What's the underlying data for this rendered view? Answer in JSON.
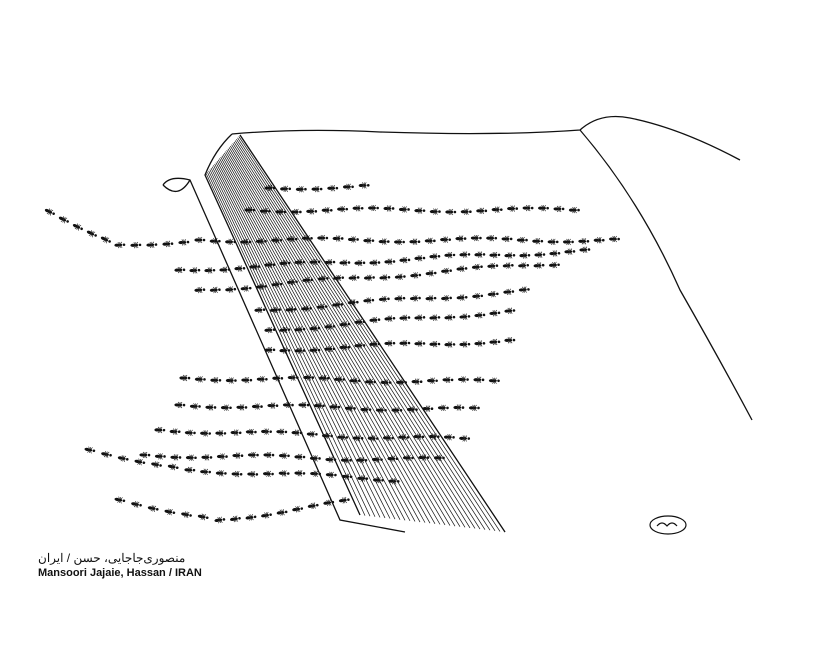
{
  "artwork": {
    "caption_farsi": "منصوری‌جاجایی، حسن / ایران",
    "caption_english": "Mansoori Jajaie, Hassan / IRAN",
    "signature": "منصوری",
    "ink_color": "#111111",
    "paper_color": "#ffffff"
  }
}
